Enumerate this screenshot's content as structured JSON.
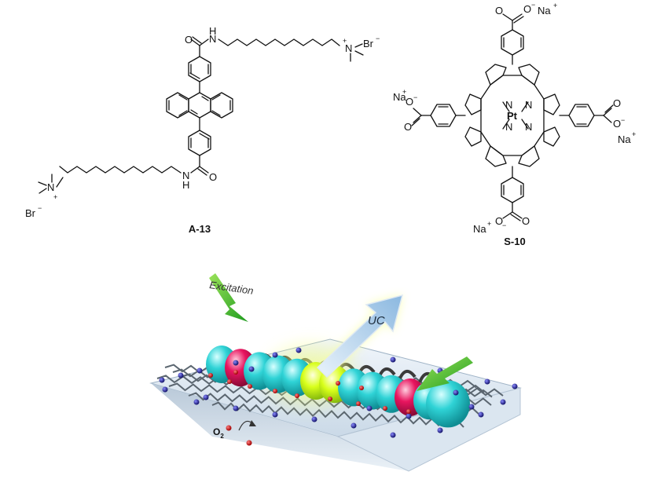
{
  "molecules": {
    "a13": {
      "label": "A-13",
      "bromide_top": "Br",
      "bromide_bottom": "Br",
      "nitrogen_top": "N",
      "nitrogen_bottom": "N",
      "amide_nh_top": "N",
      "amide_nh_top_h": "H",
      "amide_nh_bottom": "N",
      "amide_nh_bottom_h": "H",
      "oxygen_top": "O",
      "oxygen_bottom": "O"
    },
    "s10": {
      "label": "S-10",
      "metal": "Pt",
      "pyrrole_n": [
        "N",
        "N",
        "N",
        "N"
      ],
      "counterion": "Na",
      "carboxylate_o": "O"
    }
  },
  "scheme": {
    "excitation_label": "Excitation",
    "uc_label": "UC",
    "oxygen_label": "O",
    "oxygen_subscript": "2"
  },
  "colors": {
    "sensitizer": "#e8155f",
    "annihilator": "#2fd3d6",
    "emitter_glow": "#d8ff1a",
    "excitation_arrow": "#3fb82a",
    "uc_arrow": "#a9cbe8",
    "oxygen": "#d01010",
    "ammonium": "#1a1a8c",
    "platform": "#c9d8e6"
  }
}
